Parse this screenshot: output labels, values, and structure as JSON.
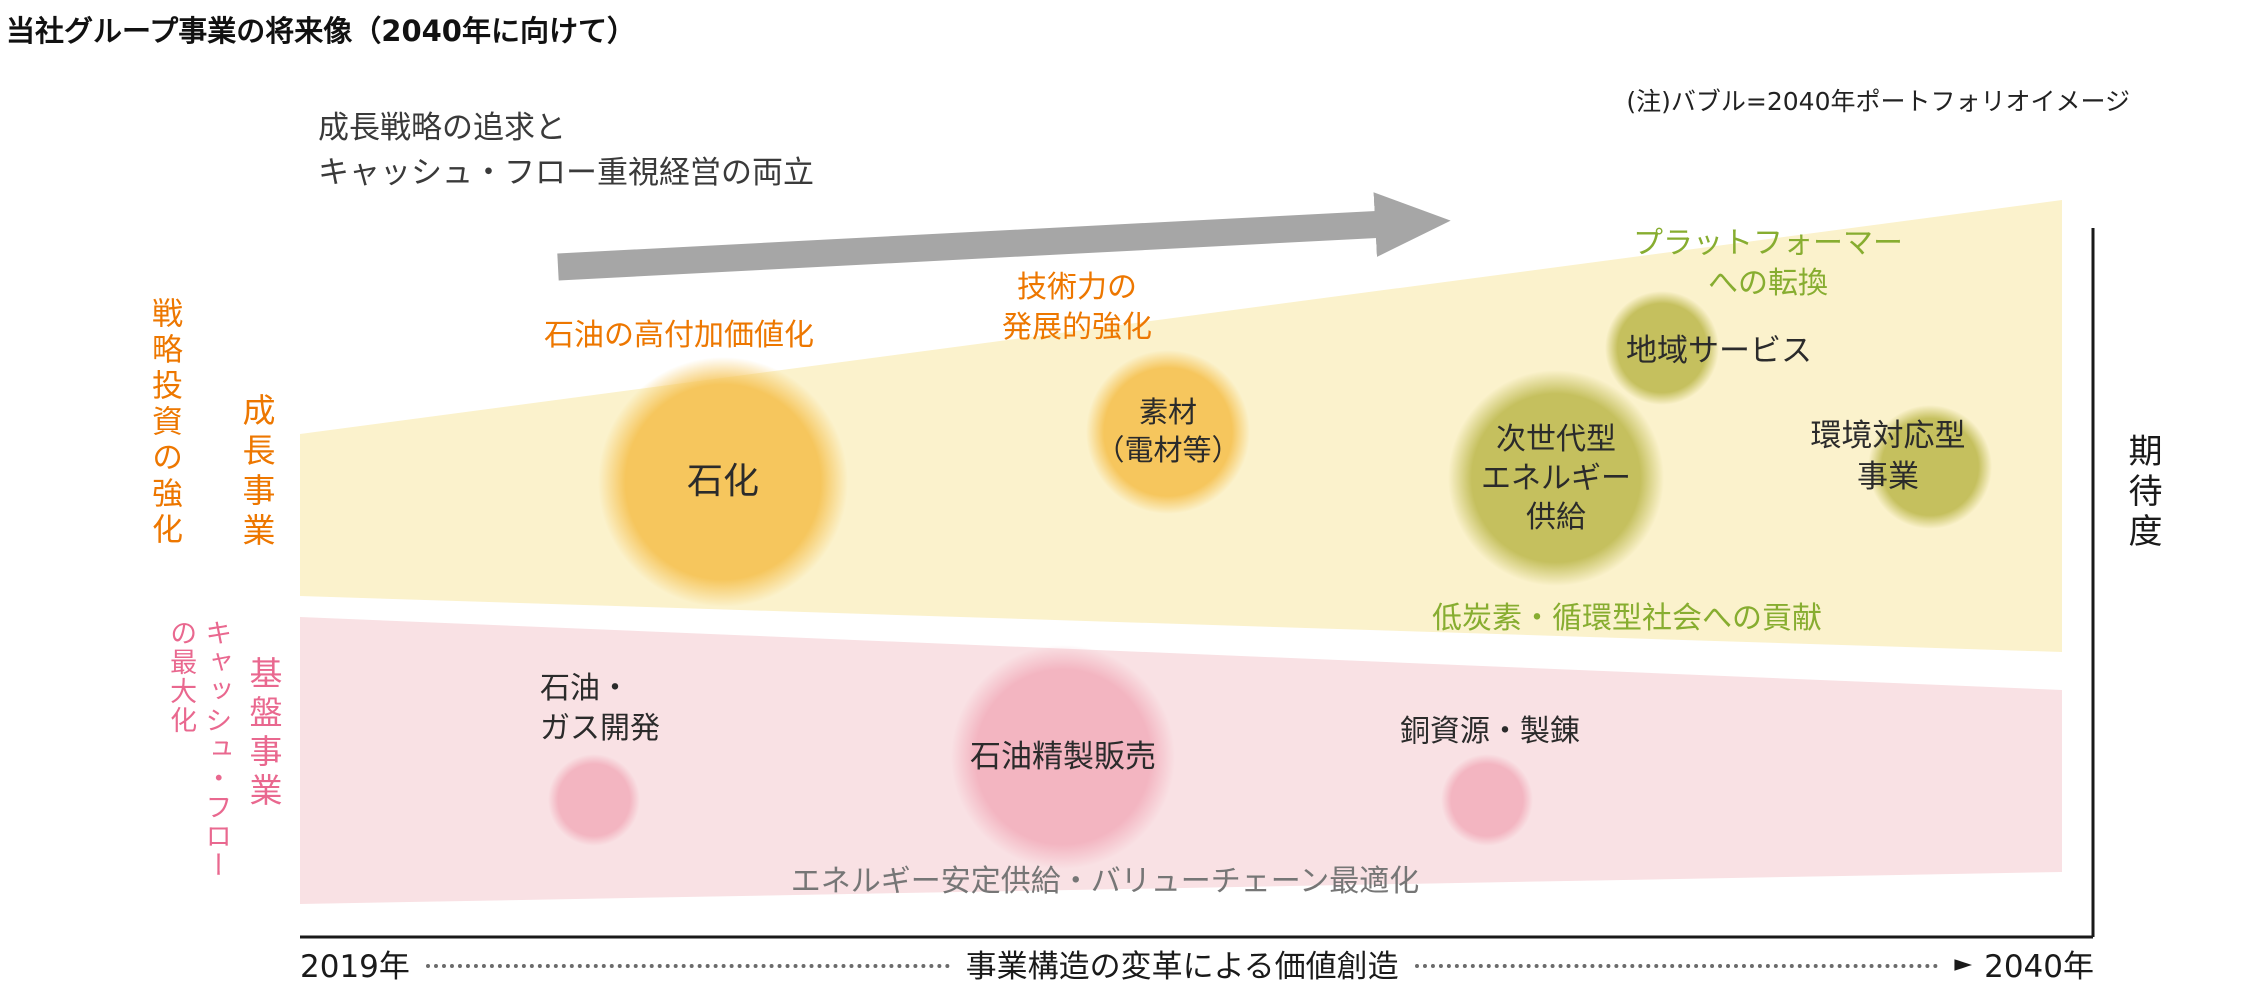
{
  "page": {
    "title": "当社グループ事業の将来像（2040年に向けて）",
    "note": "(注)バブル=2040年ポートフォリオイメージ"
  },
  "headline": {
    "text": "成長戦略の追求と\nキャッシュ・フロー重視経営の両立"
  },
  "colors": {
    "orange": "#ed7700",
    "pink": "#e9688f",
    "green": "#87ad30",
    "dark_text": "#2b2b2b",
    "gray_text": "#767676",
    "headline_text": "#3a3a3a",
    "axis": "#1a1a1a",
    "yellow_band": "#fbf2cc",
    "pink_band": "#f9e1e4",
    "yellow_bubble": "#f6c65d",
    "olive_bubble": "#c5c05e",
    "pink_bubble": "#f3b5c1",
    "arrow_gray": "#a6a6a6"
  },
  "left_axis": {
    "strategy_label": "戦略投資の強化",
    "growth_band_label": "成長事業",
    "cash_label": "キャッシュ・フローの最大化",
    "base_band_label": "基盤事業"
  },
  "right_axis": {
    "label": "期待度"
  },
  "x_axis": {
    "start": "2019年",
    "center_label": "事業構造の変革による価値創造",
    "end": "2040年",
    "arrow_glyph": "►"
  },
  "growth_band": {
    "annotations": {
      "oil_value_add": "石油の高付加価値化",
      "tech_strength": "技術力の\n発展的強化",
      "platformer": "プラットフォーマー\nへの転換",
      "low_carbon": "低炭素・循環型社会への貢献",
      "region_service": "地域サービス",
      "env_business": "環境対応型\n事業"
    },
    "bubbles": {
      "petchem": "石化",
      "materials": "素材\n（電材等）",
      "next_gen_energy": "次世代型\nエネルギー\n供給"
    }
  },
  "base_band": {
    "annotations": {
      "oil_gas_dev": "石油・\nガス開発",
      "copper": "銅資源・製錬",
      "energy_stability": "エネルギー安定供給・バリューチェーン最適化"
    },
    "bubbles": {
      "oil_refining": "石油精製販売"
    }
  }
}
